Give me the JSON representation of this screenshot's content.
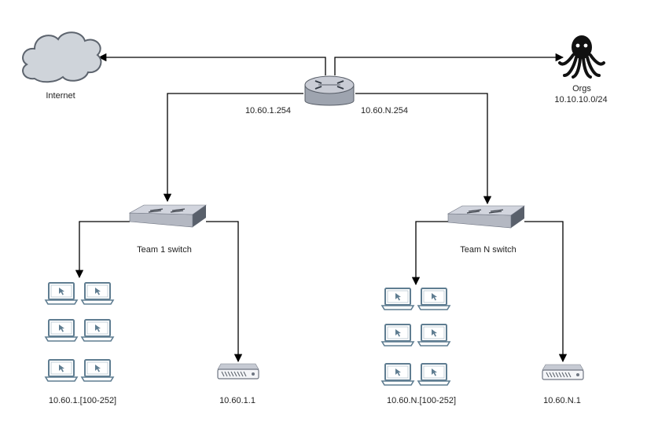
{
  "colors": {
    "line": "#000000",
    "device_fill": "#b8bcc8",
    "device_top": "#d2d5de",
    "device_dark": "#59606b",
    "laptop_stroke": "#5f7d91",
    "cloud_fill": "#cfd4da",
    "octopus": "#111111"
  },
  "icons": {
    "internet": "cloud-icon",
    "router": "router-icon",
    "orgs": "octopus-icon",
    "switch": "switch-icon",
    "laptop": "laptop-icon",
    "server": "server-icon"
  },
  "labels": {
    "internet": "Internet",
    "orgs_name": "Orgs",
    "orgs_subnet": "10.10.10.0/24",
    "router_ip_left": "10.60.1.254",
    "router_ip_right": "10.60.N.254",
    "team1_switch": "Team 1 switch",
    "teamN_switch": "Team N switch",
    "team1_clients": "10.60.1.[100-252]",
    "team1_server": "10.60.1.1",
    "teamN_clients": "10.60.N.[100-252]",
    "teamN_server": "10.60.N.1"
  }
}
